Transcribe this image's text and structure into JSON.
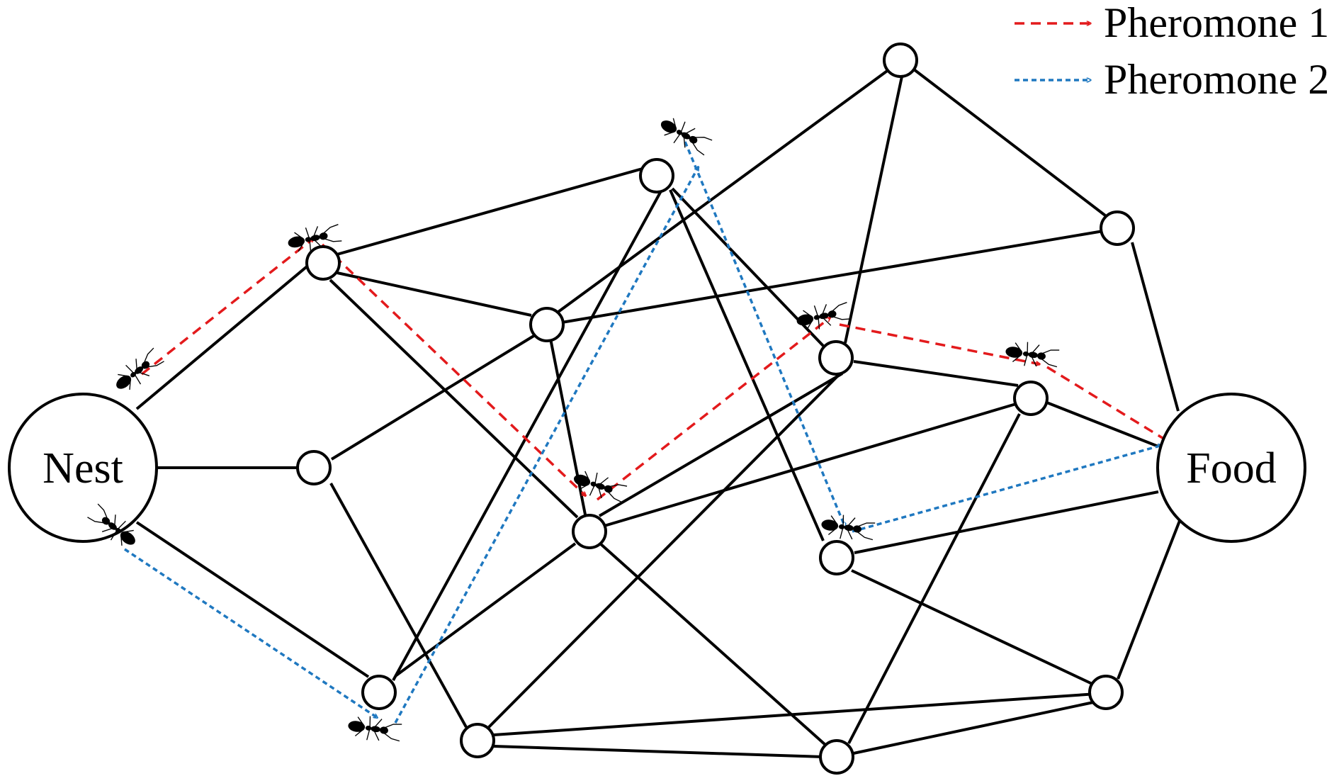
{
  "diagram": {
    "nodes": {
      "nest": "Nest",
      "food": "Food"
    },
    "legend": [
      {
        "label": "Pheromone 1",
        "color": "#e31a1c",
        "style": "dashed"
      },
      {
        "label": "Pheromone 2",
        "color": "#1f78c0",
        "style": "dotted"
      }
    ],
    "edge_color": "#000000",
    "ant_icon": "ant-icon"
  }
}
